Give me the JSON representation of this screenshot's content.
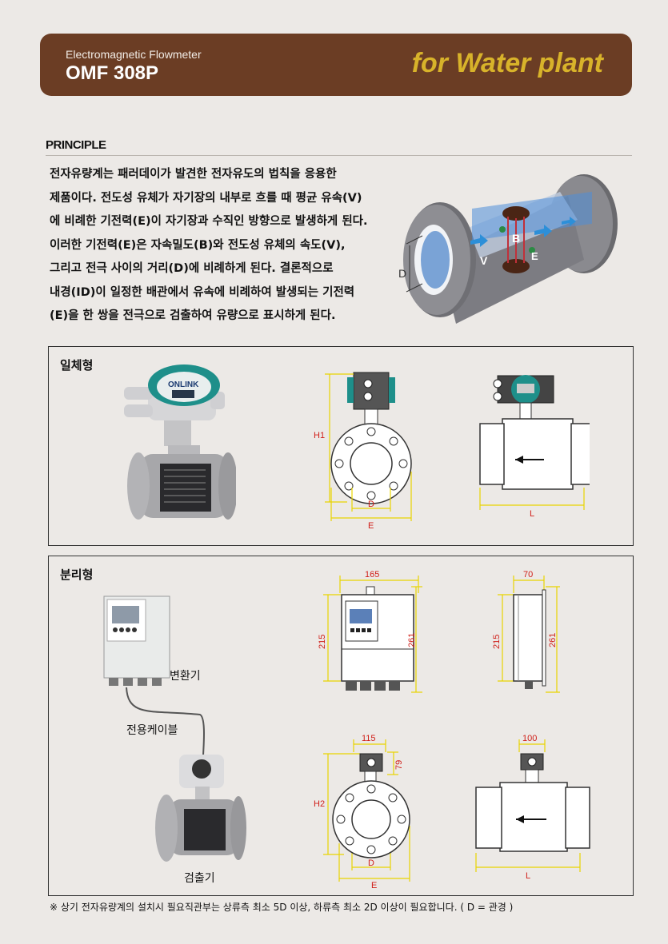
{
  "header": {
    "subtitle": "Electromagnetic Flowmeter",
    "model": "OMF 308P",
    "tagline": "for Water plant"
  },
  "principle": {
    "title": "PRINCIPLE",
    "lines": [
      "전자유량계는 패러데이가 발견한 전자유도의 법칙을 응용한",
      "제품이다. 전도성 유체가 자기장의 내부로 흐를 때 평균 유속(V)",
      "에 비례한 기전력(E)이 자기장과 수직인 방향으로 발생하게 된다.",
      "이러한 기전력(E)은 자속밀도(B)와 전도성 유체의 속도(V),",
      "그리고 전극 사이의 거리(D)에 비례하게 된다. 결론적으로",
      "내경(ID)이 일정한 배관에서 유속에 비례하여 발생되는 기전력",
      "(E)을 한 쌍을 전극으로 검출하여 유량으로 표시하게 된다."
    ],
    "diagram_labels": {
      "v": "V",
      "b": "B",
      "e": "E",
      "d": "D"
    }
  },
  "integral": {
    "label": "일체형",
    "brand": "ONLINK",
    "dims": {
      "h": "H1",
      "d": "D",
      "e": "E",
      "l": "L"
    }
  },
  "remote": {
    "label": "분리형",
    "converter_caption": "변환기",
    "cable_caption": "전용케이블",
    "sensor_caption": "검출기",
    "converter_dims": {
      "width": "165",
      "height_inner": "215",
      "height_total": "261",
      "depth": "70",
      "side_inner": "215",
      "side_total": "261"
    },
    "sensor_dims": {
      "head_width": "115",
      "head_height": "79",
      "h": "H2",
      "d": "D",
      "e": "E",
      "side_head": "100",
      "l": "L"
    }
  },
  "footnote": "※ 상기 전자유량계의 설치시 필요직관부는 상류측 최소 5D 이상, 하류측 최소 2D 이상이 필요합니다. ( D = 관경 )",
  "colors": {
    "header_bg": "#6b3d24",
    "tagline": "#d8b32a",
    "dim_line": "#e8d400",
    "dim_text": "#d0201a"
  }
}
